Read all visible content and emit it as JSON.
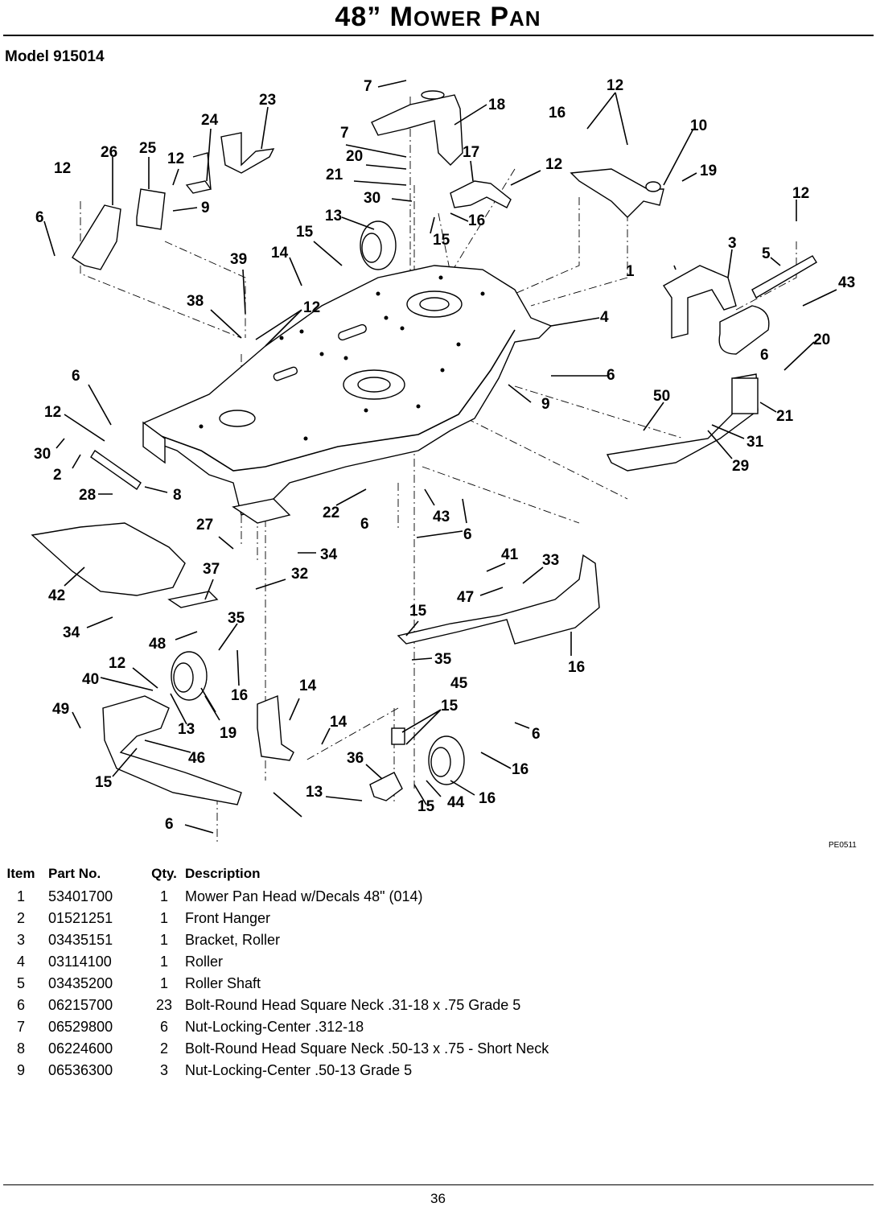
{
  "header": {
    "title_lead": "48” M",
    "title_sc1": "OWER",
    "title_mid": " P",
    "title_sc2": "AN",
    "model": "Model 915014"
  },
  "diagram": {
    "code": "PE0511",
    "callouts": [
      {
        "label": "7"
      },
      {
        "label": "18"
      },
      {
        "label": "16"
      },
      {
        "label": "12"
      },
      {
        "label": "10"
      },
      {
        "label": "23"
      },
      {
        "label": "24"
      },
      {
        "label": "7"
      },
      {
        "label": "20"
      },
      {
        "label": "21"
      },
      {
        "label": "17"
      },
      {
        "label": "12"
      },
      {
        "label": "19"
      },
      {
        "label": "12"
      },
      {
        "label": "26"
      },
      {
        "label": "25"
      },
      {
        "label": "12"
      },
      {
        "label": "9"
      },
      {
        "label": "6"
      },
      {
        "label": "30"
      },
      {
        "label": "13"
      },
      {
        "label": "16"
      },
      {
        "label": "15"
      },
      {
        "label": "15"
      },
      {
        "label": "14"
      },
      {
        "label": "39"
      },
      {
        "label": "3"
      },
      {
        "label": "5"
      },
      {
        "label": "12"
      },
      {
        "label": "43"
      },
      {
        "label": "38"
      },
      {
        "label": "12"
      },
      {
        "label": "1"
      },
      {
        "label": "4"
      },
      {
        "label": "6"
      },
      {
        "label": "20"
      },
      {
        "label": "6"
      },
      {
        "label": "6"
      },
      {
        "label": "9"
      },
      {
        "label": "50"
      },
      {
        "label": "21"
      },
      {
        "label": "12"
      },
      {
        "label": "31"
      },
      {
        "label": "30"
      },
      {
        "label": "2"
      },
      {
        "label": "29"
      },
      {
        "label": "28"
      },
      {
        "label": "8"
      },
      {
        "label": "22"
      },
      {
        "label": "6"
      },
      {
        "label": "43"
      },
      {
        "label": "6"
      },
      {
        "label": "27"
      },
      {
        "label": "34"
      },
      {
        "label": "41"
      },
      {
        "label": "33"
      },
      {
        "label": "37"
      },
      {
        "label": "32"
      },
      {
        "label": "42"
      },
      {
        "label": "47"
      },
      {
        "label": "15"
      },
      {
        "label": "35"
      },
      {
        "label": "34"
      },
      {
        "label": "48"
      },
      {
        "label": "35"
      },
      {
        "label": "16"
      },
      {
        "label": "12"
      },
      {
        "label": "40"
      },
      {
        "label": "45"
      },
      {
        "label": "14"
      },
      {
        "label": "16"
      },
      {
        "label": "49"
      },
      {
        "label": "15"
      },
      {
        "label": "13"
      },
      {
        "label": "19"
      },
      {
        "label": "14"
      },
      {
        "label": "6"
      },
      {
        "label": "46"
      },
      {
        "label": "36"
      },
      {
        "label": "15"
      },
      {
        "label": "16"
      },
      {
        "label": "13"
      },
      {
        "label": "16"
      },
      {
        "label": "15"
      },
      {
        "label": "44"
      },
      {
        "label": "6"
      }
    ]
  },
  "table": {
    "headers": {
      "item": "Item",
      "part": "Part No.",
      "qty": "Qty.",
      "desc": "Description"
    },
    "rows": [
      {
        "item": "1",
        "part": "53401700",
        "qty": "1",
        "desc": "Mower Pan Head w/Decals 48\" (014)"
      },
      {
        "item": "2",
        "part": "01521251",
        "qty": "1",
        "desc": "Front Hanger"
      },
      {
        "item": "3",
        "part": "03435151",
        "qty": "1",
        "desc": "Bracket, Roller"
      },
      {
        "item": "4",
        "part": "03114100",
        "qty": "1",
        "desc": "Roller"
      },
      {
        "item": "5",
        "part": "03435200",
        "qty": "1",
        "desc": "Roller Shaft"
      },
      {
        "item": "6",
        "part": "06215700",
        "qty": "23",
        "desc": "Bolt-Round Head Square Neck .31-18 x .75 Grade 5"
      },
      {
        "item": "7",
        "part": "06529800",
        "qty": "6",
        "desc": "Nut-Locking-Center .312-18"
      },
      {
        "item": "8",
        "part": "06224600",
        "qty": "2",
        "desc": "Bolt-Round Head Square Neck .50-13 x .75 - Short Neck"
      },
      {
        "item": "9",
        "part": "06536300",
        "qty": "3",
        "desc": "Nut-Locking-Center .50-13 Grade 5"
      }
    ]
  },
  "footer": {
    "page": "36"
  }
}
